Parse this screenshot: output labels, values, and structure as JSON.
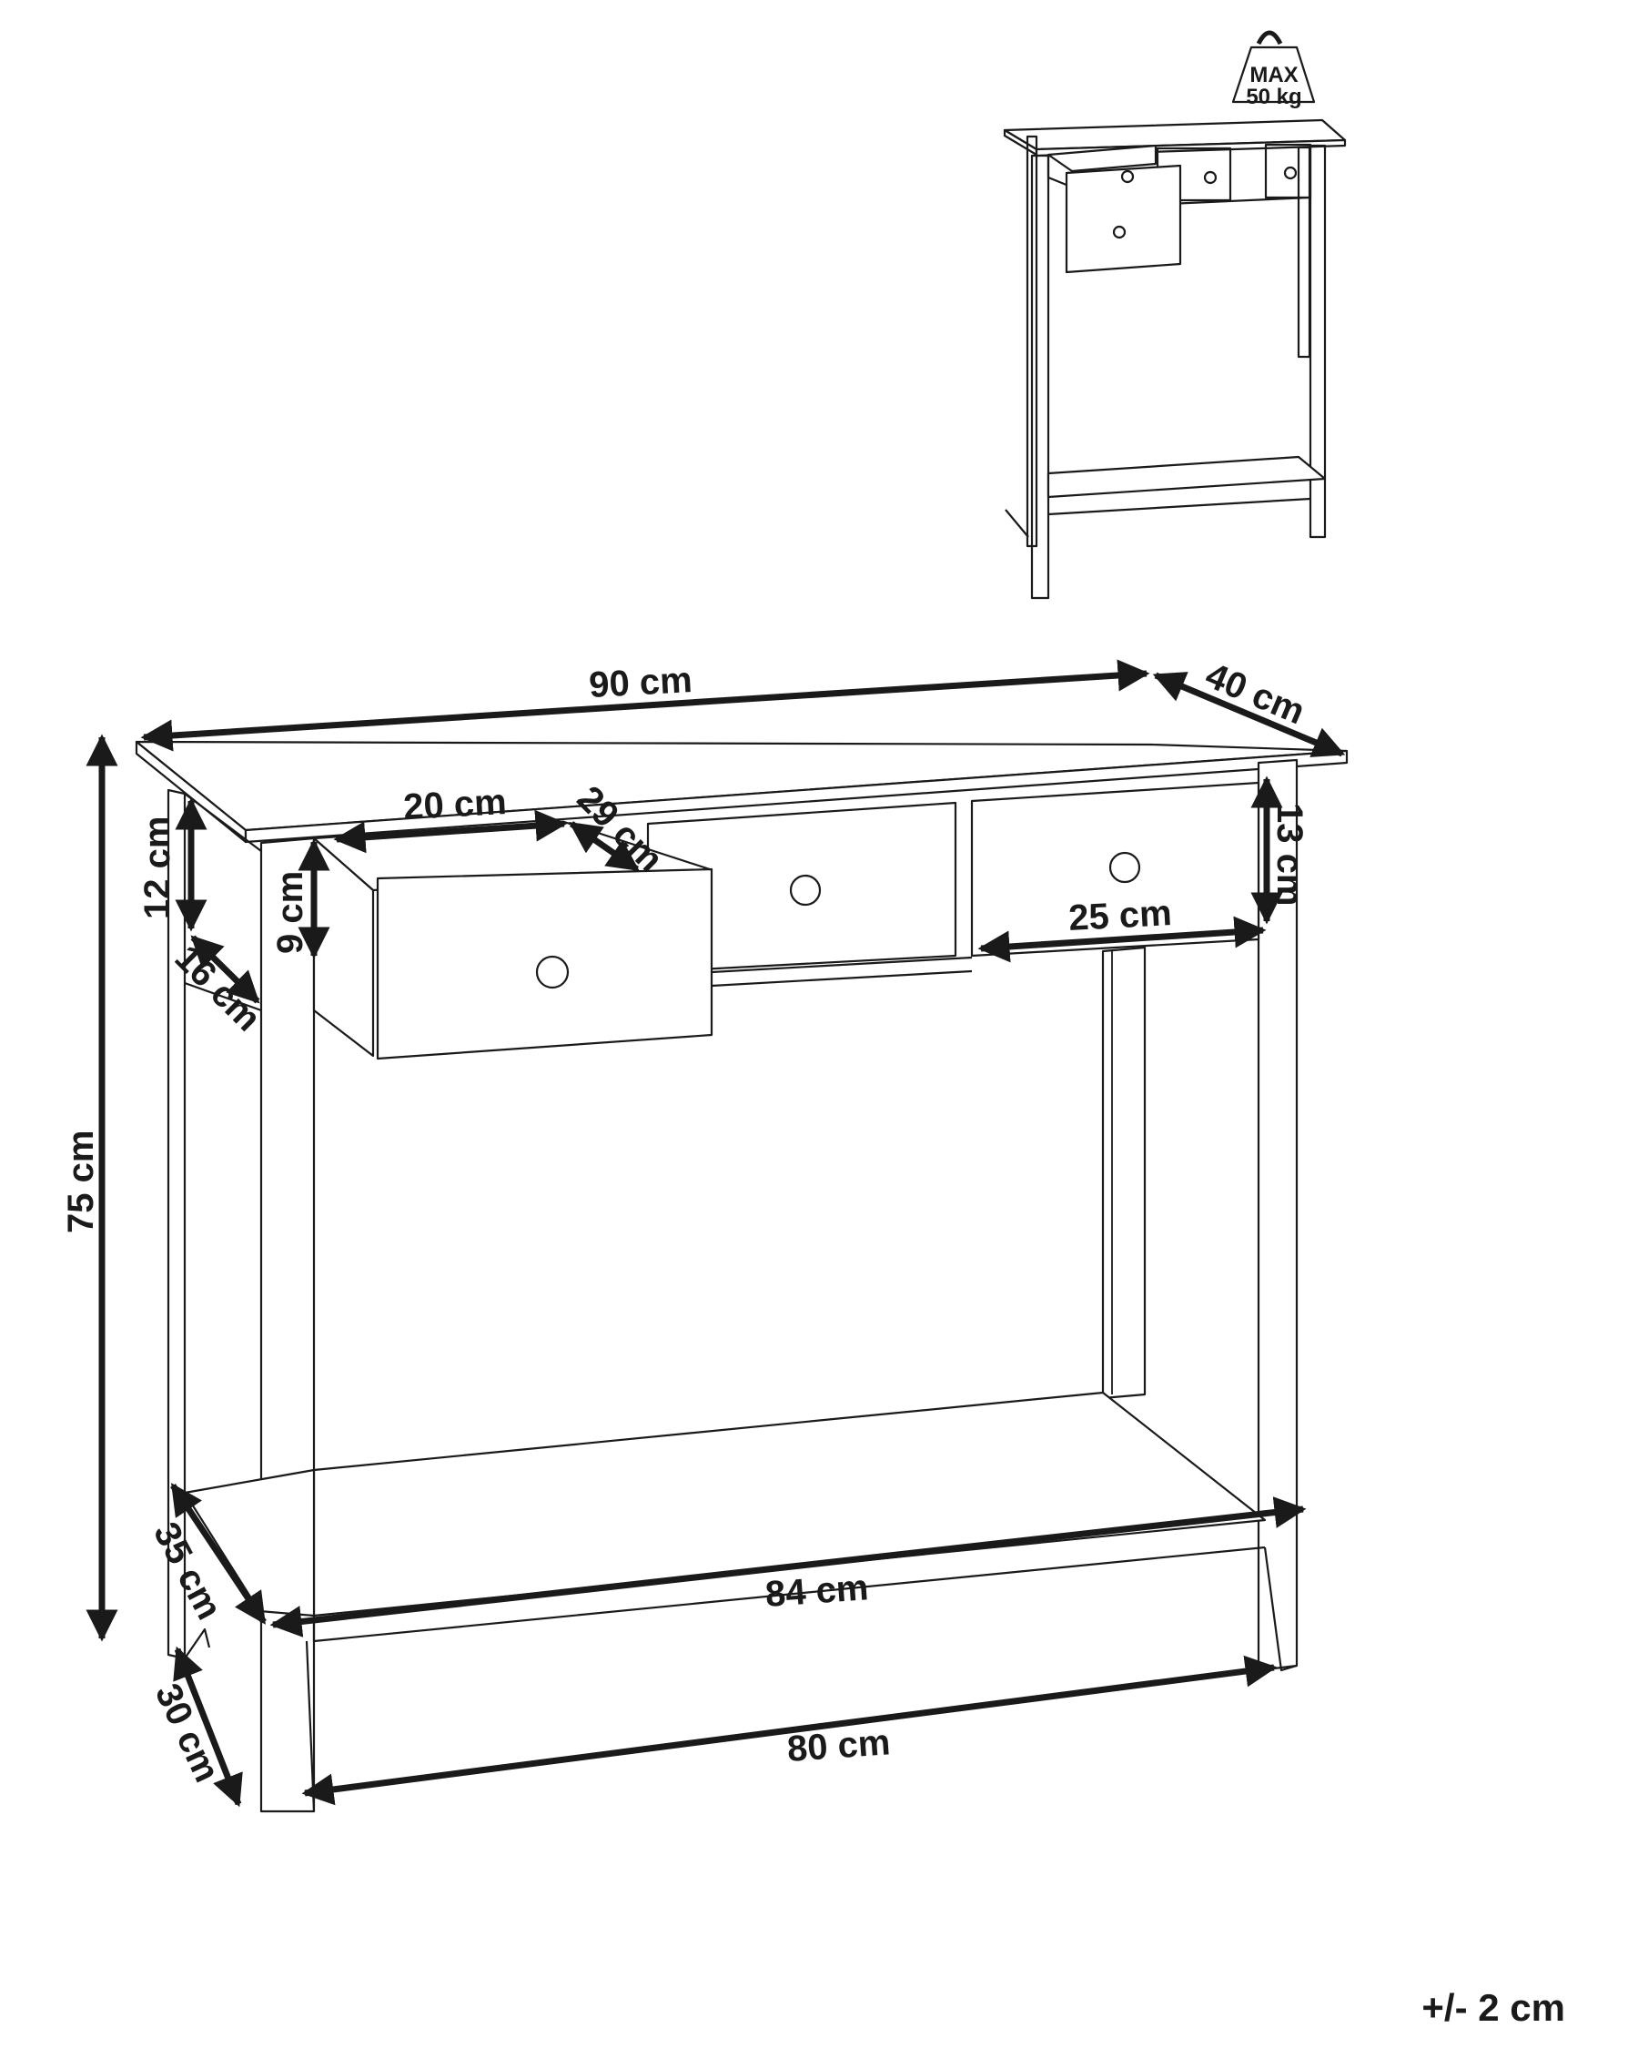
{
  "diagram": {
    "title": "Console table dimensions",
    "colors": {
      "line": "#1a1a1a",
      "background": "#ffffff"
    },
    "load_badge": {
      "line1": "MAX",
      "line2": "50 kg"
    },
    "dimensions": {
      "width_top": "90 cm",
      "depth_top": "40 cm",
      "height_total": "75 cm",
      "apron_left": "12 cm",
      "side_depth_inner": "16 cm",
      "drawer_height": "9 cm",
      "drawer_width": "20 cm",
      "drawer_depth": "29 cm",
      "apron_right": "13 cm",
      "right_drawer_width": "25 cm",
      "shelf_depth": "35 cm",
      "shelf_width": "84 cm",
      "foot_depth": "30 cm",
      "foot_width": "80 cm"
    },
    "tolerance": "+/- 2 cm"
  }
}
